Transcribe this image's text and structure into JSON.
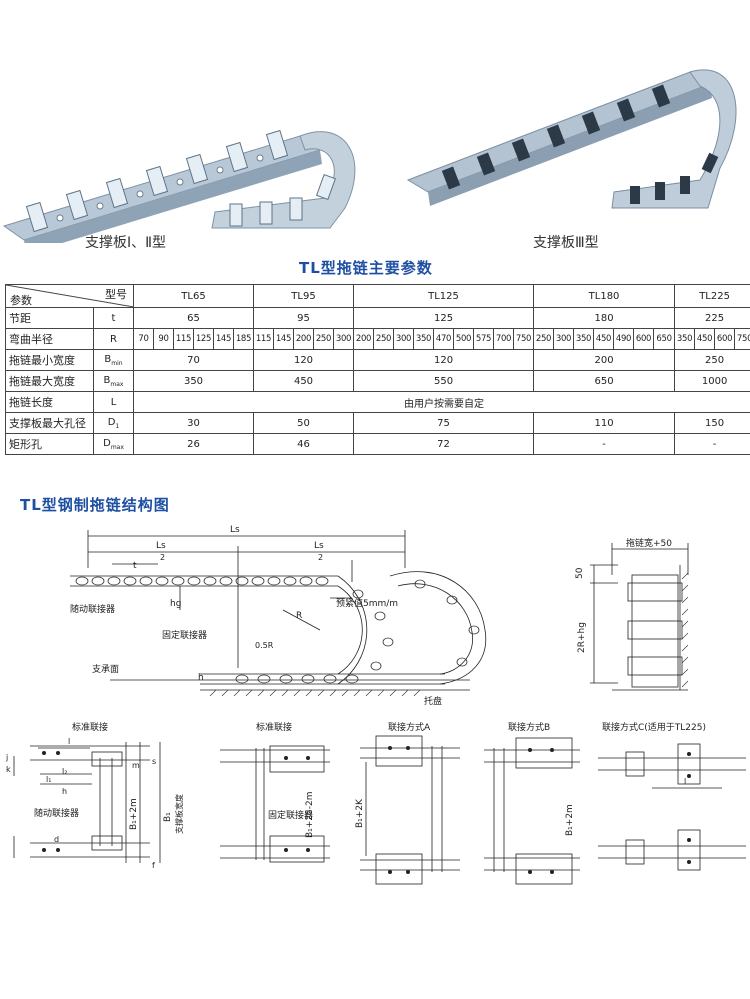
{
  "photos": {
    "left_caption": "支撑板Ⅰ、Ⅱ型",
    "right_caption": "支撑板Ⅲ型"
  },
  "table": {
    "title": "TL型拖链主要参数",
    "corner_param": "参数",
    "corner_model": "型号",
    "models": [
      "TL65",
      "TL95",
      "TL125",
      "TL180",
      "TL225"
    ],
    "rows": {
      "pitch": {
        "label": "节距",
        "symbol": "t",
        "values": [
          "65",
          "95",
          "125",
          "180",
          "225"
        ]
      },
      "radius": {
        "label": "弯曲半径",
        "symbol": "R",
        "groups": [
          [
            "70",
            "90",
            "115",
            "125",
            "145",
            "185"
          ],
          [
            "115",
            "145",
            "200",
            "250",
            "300"
          ],
          [
            "200",
            "250",
            "300",
            "350",
            "470",
            "500",
            "575",
            "700",
            "750"
          ],
          [
            "250",
            "300",
            "350",
            "450",
            "490",
            "600",
            "650"
          ],
          [
            "350",
            "450",
            "600",
            "750"
          ]
        ]
      },
      "min_width": {
        "label": "拖链最小宽度",
        "symbol": "B",
        "sub": "min",
        "values": [
          "70",
          "120",
          "120",
          "200",
          "250"
        ]
      },
      "max_width": {
        "label": "拖链最大宽度",
        "symbol": "B",
        "sub": "max",
        "values": [
          "350",
          "450",
          "550",
          "650",
          "1000"
        ]
      },
      "length": {
        "label": "拖链长度",
        "symbol": "L",
        "value": "由用户按需要自定"
      },
      "max_hole": {
        "label": "支撑板最大孔径",
        "symbol": "D",
        "sub": "1",
        "values": [
          "30",
          "50",
          "75",
          "110",
          "150"
        ]
      },
      "rect_hole": {
        "label": "矩形孔",
        "symbol": "D",
        "sub": "max",
        "values": [
          "26",
          "46",
          "72",
          "-",
          "-"
        ]
      }
    }
  },
  "structure": {
    "title": "TL型钢制拖链结构图",
    "side_view": {
      "ls": "Ls",
      "ls_half_1": "Ls",
      "ls_half_1_den": "2",
      "ls_half_2": "Ls",
      "ls_half_2_den": "2",
      "t": "t",
      "hg": "hg",
      "r": "R",
      "h": "h",
      "offset": "0.5R",
      "preload": "预紧值5mm/m",
      "moving_connector": "随动联接器",
      "fixed_connector": "固定联接器",
      "support_surface": "支承面",
      "tray": "托盘"
    },
    "end_view": {
      "width": "拖链宽+50",
      "dim_50": "50",
      "dim_height": "2R+hg"
    },
    "connections": {
      "standard_1": "标准联接",
      "standard_2": "标准联接",
      "type_a": "联接方式A",
      "type_b": "联接方式B",
      "type_c": "联接方式C(适用于TL225)",
      "dim_b1_2m": "B₁+2m",
      "dim_b1": "B₁",
      "dim_b1_25_2m": "B₁+25-2m",
      "dim_b1_2k": "B₁+2K",
      "dim_b1_2m_b": "B₁+2m",
      "support_width": "支撑板宽度",
      "moving_connector": "随动联接器",
      "fixed_connector": "固定联接器",
      "l_label": "l",
      "l_label_c": "l",
      "j_label": "j",
      "k_label": "k",
      "l2_label": "l₂",
      "l1_label": "l₁",
      "h_label": "h",
      "m_label": "m",
      "s_label": "s",
      "f_label": "f",
      "d_label": "d"
    }
  }
}
